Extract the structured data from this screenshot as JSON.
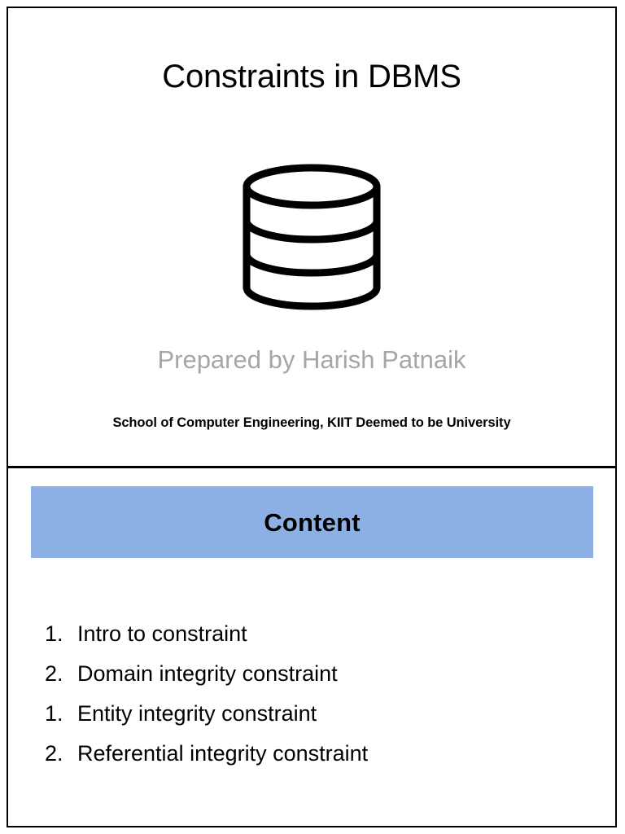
{
  "document": {
    "border_color": "#000000",
    "background": "#ffffff"
  },
  "slide_title": {
    "heading": "Constraints in DBMS",
    "icon": "database-cylinder-icon",
    "author": "Prepared by Harish Patnaik",
    "author_color": "#a6a6a6",
    "affiliation": "School of Computer Engineering, KIIT Deemed to be University"
  },
  "slide_content": {
    "banner": {
      "label": "Content",
      "background": "#8cb0e3",
      "text_color": "#000000"
    },
    "items": [
      {
        "marker": "1.",
        "label": "Intro to constraint"
      },
      {
        "marker": "2.",
        "label": "Domain integrity constraint"
      },
      {
        "marker": "1.",
        "label": "Entity integrity constraint"
      },
      {
        "marker": "2.",
        "label": "Referential integrity constraint"
      }
    ]
  }
}
